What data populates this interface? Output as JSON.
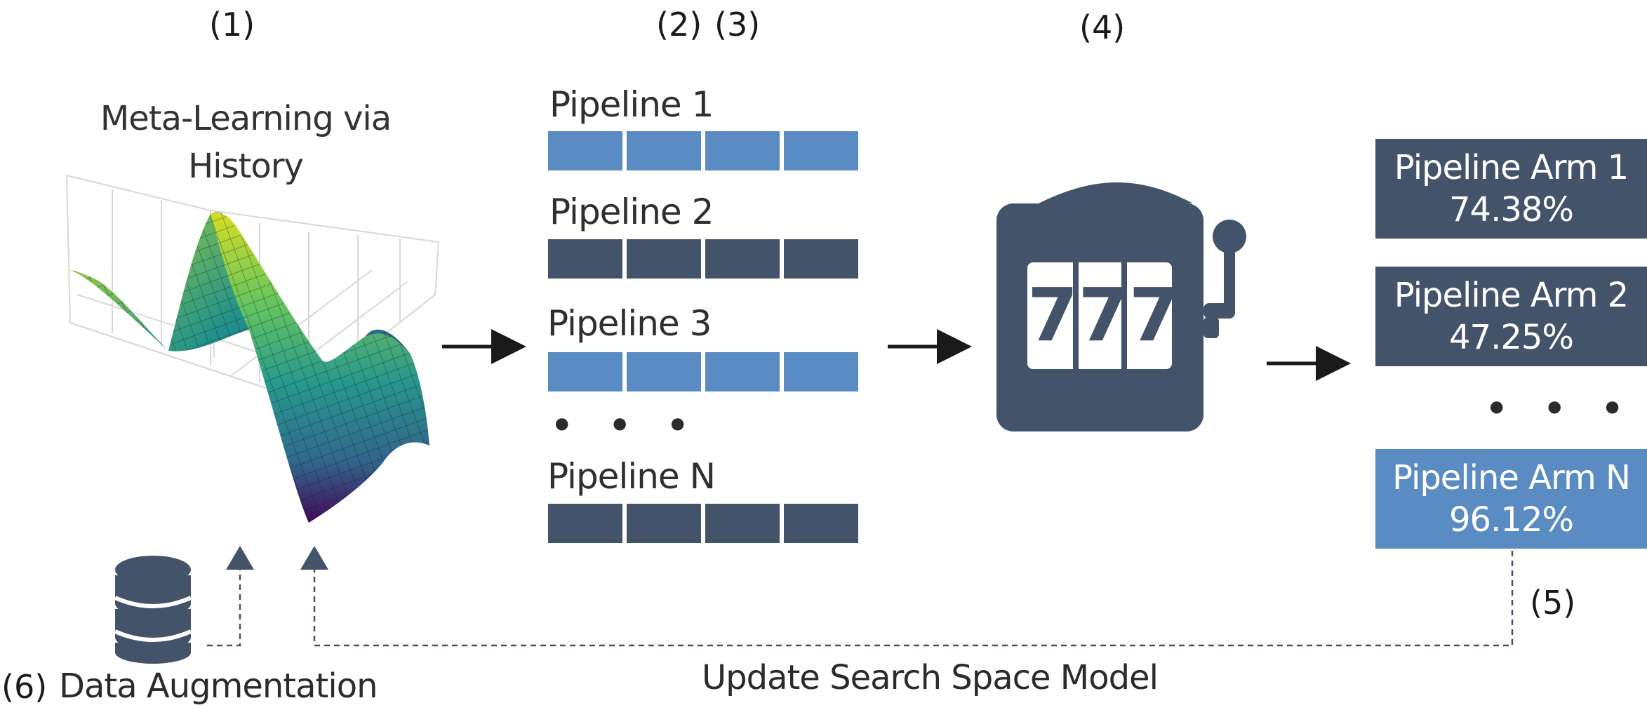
{
  "steps": {
    "s1": "(1)",
    "s2": "(2)",
    "s3": "(3)",
    "s4": "(4)",
    "s5": "(5)",
    "s6": "(6)"
  },
  "meta_learning": {
    "line1": "Meta-Learning via",
    "line2": "History"
  },
  "pipelines": [
    {
      "label": "Pipeline 1",
      "style": "light"
    },
    {
      "label": "Pipeline 2",
      "style": "dark"
    },
    {
      "label": "Pipeline 3",
      "style": "light"
    },
    {
      "label": "Pipeline N",
      "style": "dark"
    }
  ],
  "ellipsis": "• • •",
  "slot_machine": {
    "reels": [
      "7",
      "7",
      "7"
    ],
    "icon": "slot-machine-icon"
  },
  "arms": [
    {
      "name": "Pipeline Arm 1",
      "value": "74.38%"
    },
    {
      "name": "Pipeline Arm 2",
      "value": "47.25%"
    },
    {
      "name": "Pipeline Arm N",
      "value": "96.12%"
    }
  ],
  "data_augmentation": "Data Augmentation",
  "update_label": "Update Search Space Model",
  "colors": {
    "dark": "#43536a",
    "light": "#5a8bc2"
  }
}
